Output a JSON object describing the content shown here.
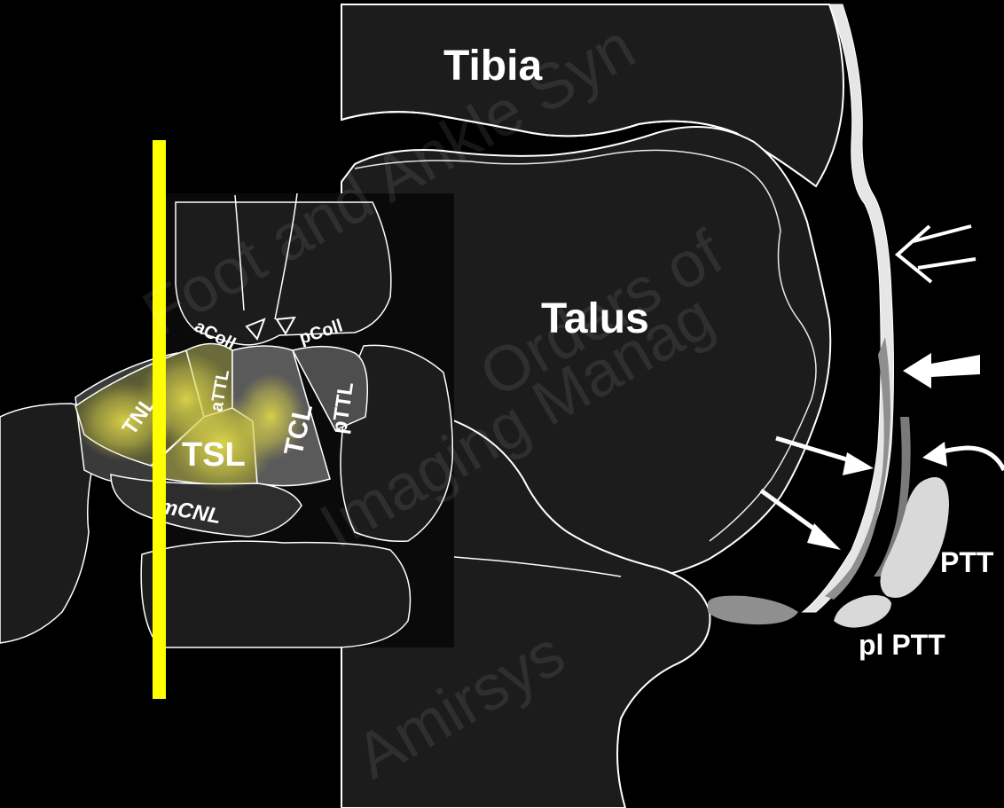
{
  "labels": {
    "tibia": "Tibia",
    "talus": "Talus",
    "ptt": "PTT",
    "pl_ptt": "pl PTT",
    "acoll": "aColl",
    "pcoll": "pColl",
    "tnl": "TNL",
    "attl": "aTTL",
    "tsl": "TSL",
    "tcl": "TCL",
    "pttl": "pTTL",
    "mcnl": "mCNL"
  },
  "watermark": {
    "line1": "Foot and Ankle Syn",
    "line2": "Orders of",
    "line3": "Imaging Manag",
    "line4": "Amirsys"
  },
  "colors": {
    "background": "#000000",
    "bone_fill": "#1c1c1c",
    "outline": "#ffffff",
    "axis_line": "#ffff00",
    "highlight": "#ece44a",
    "tendon_light": "#d9d9d9",
    "tendon_mid": "#8f8f8f"
  },
  "icons": {
    "open_arrow": "open-arrow-icon",
    "solid_arrow": "solid-arrow-icon",
    "curved_arrow": "curved-arrow-icon",
    "arrowhead": "open-arrowhead-icon"
  }
}
